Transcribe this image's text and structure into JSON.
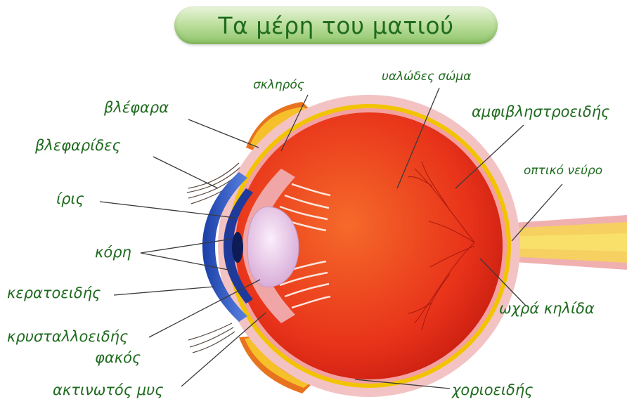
{
  "title": "Τα μέρη του ματιού",
  "labels": {
    "eyelids": "βλέφαρα",
    "eyelashes": "βλεφαρίδες",
    "iris": "ίρις",
    "pupil": "κόρη",
    "cornea": "κερατοειδής",
    "lens_line1": "κρυσταλλοειδής",
    "lens_line2": "φακός",
    "ciliary_muscle": "ακτινωτός μυς",
    "sclera": "σκληρός",
    "vitreous_body": "υαλώδες σώμα",
    "retina": "αμφιβληστροειδής",
    "optic_nerve": "οπτικό νεύρο",
    "blind_spot": "ωχρά κηλίδα",
    "choroid": "χοριοειδής"
  },
  "colors": {
    "title_text": "#1f6b1f",
    "label_text": "#1f6b1f",
    "vitreous": "#e8331a",
    "sclera": "#f3c3c3",
    "retina": "#f2c400",
    "iris": "#2850c8",
    "lens": "#e6c7e6"
  }
}
